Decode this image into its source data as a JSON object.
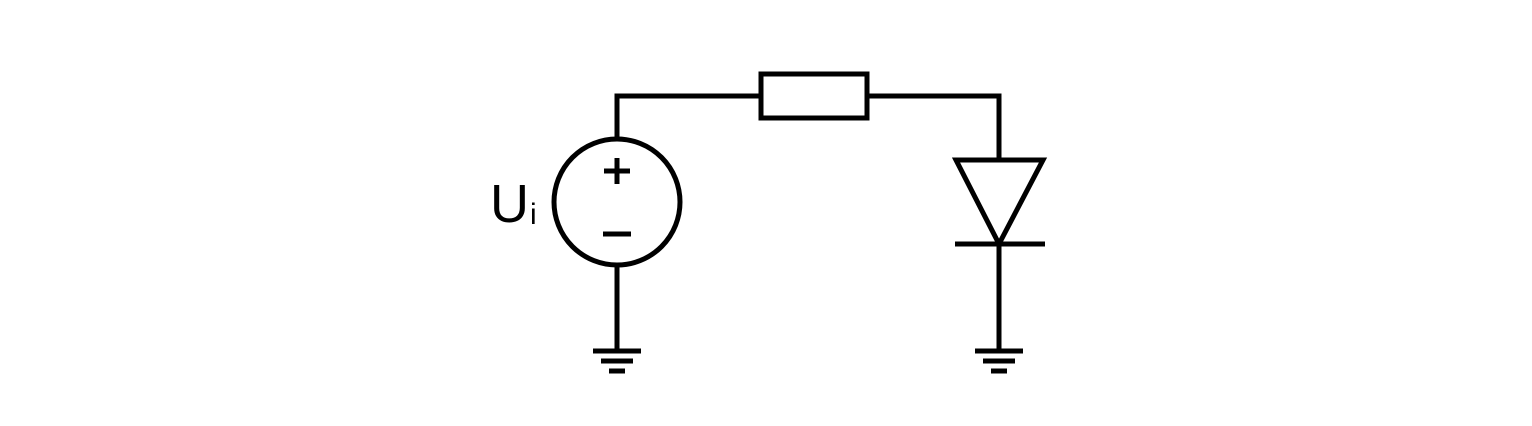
{
  "diagram": {
    "source_label": {
      "main": "U",
      "subscript": "i"
    },
    "components": [
      {
        "id": "voltage-source",
        "kind": "voltage-source",
        "terminals": [
          "+",
          "−"
        ]
      },
      {
        "id": "resistor",
        "kind": "resistor"
      },
      {
        "id": "diode",
        "kind": "diode"
      },
      {
        "id": "ground-left",
        "kind": "ground"
      },
      {
        "id": "ground-right",
        "kind": "ground"
      }
    ],
    "stroke_color": "#000000",
    "background_color": "#ffffff"
  }
}
